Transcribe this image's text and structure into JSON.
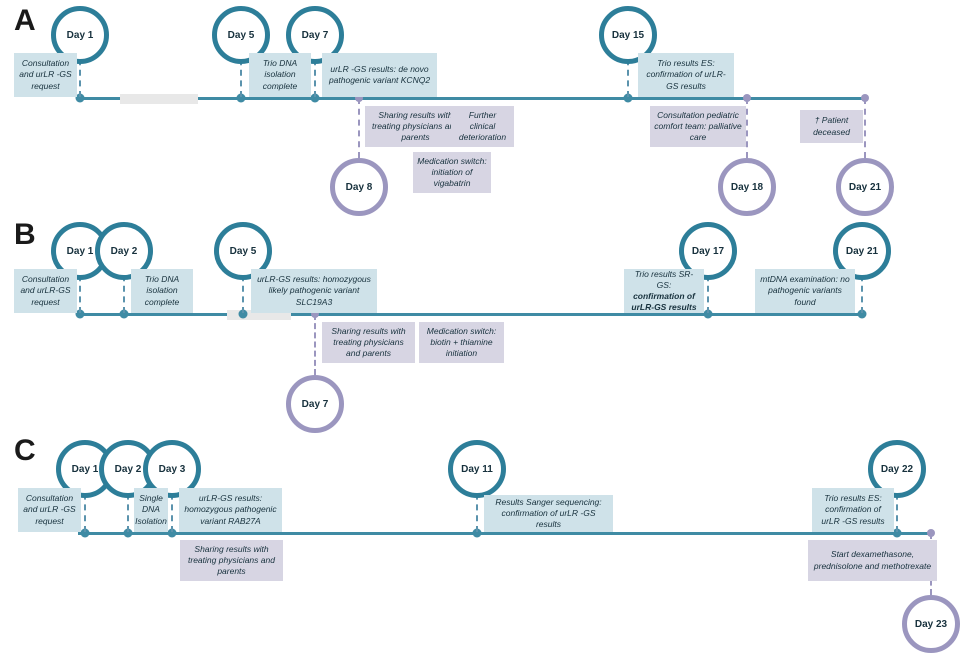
{
  "figure": {
    "type": "clinical-timeline",
    "panels": [
      {
        "letter": "A",
        "milestones": [
          {
            "label": "Day 1",
            "color": "teal"
          },
          {
            "label": "Day 5",
            "color": "teal"
          },
          {
            "label": "Day 7",
            "color": "teal"
          },
          {
            "label": "Day 15",
            "color": "teal"
          },
          {
            "label": "Day 8",
            "color": "lilac"
          },
          {
            "label": "Day 18",
            "color": "lilac"
          },
          {
            "label": "Day 21",
            "color": "lilac"
          }
        ],
        "events_above": [
          {
            "text": "Consultation and urLR -GS request",
            "day": "Day 1"
          },
          {
            "text": "Trio DNA isolation complete",
            "day": "Day 5"
          },
          {
            "text": "urLR -GS results: de novo pathogenic variant KCNQ2",
            "day": "Day 7"
          },
          {
            "text": "Trio results ES: confirmation of urLR-GS results",
            "day": "Day 15"
          }
        ],
        "events_below": [
          {
            "text": "Sharing results with treating physicians and parents",
            "day": "Day 8"
          },
          {
            "text": "Further clinical deterioration",
            "day": "Day 8"
          },
          {
            "text": "Medication switch: initiation of vigabatrin",
            "day": "Day 8"
          },
          {
            "text": "Consultation pediatric comfort team: palliative care",
            "day": "Day 18"
          },
          {
            "text": "† Patient deceased",
            "day": "Day 21"
          }
        ]
      },
      {
        "letter": "B",
        "milestones": [
          {
            "label": "Day 1",
            "color": "teal"
          },
          {
            "label": "Day 2",
            "color": "teal"
          },
          {
            "label": "Day 5",
            "color": "teal"
          },
          {
            "label": "Day 17",
            "color": "teal"
          },
          {
            "label": "Day 21",
            "color": "teal"
          },
          {
            "label": "Day 7",
            "color": "lilac"
          }
        ],
        "events_above": [
          {
            "text": "Consultation and urLR-GS request",
            "day": "Day 1"
          },
          {
            "text": "Trio DNA isolation complete",
            "day": "Day 2"
          },
          {
            "text": "urLR-GS results: homozygous likely pathogenic variant SLC19A3",
            "day": "Day 5"
          },
          {
            "text": "Trio results SR-GS: confirmation of urLR-GS results",
            "day": "Day 17",
            "bold_tail": "confirmation of urLR-GS results"
          },
          {
            "text": "mtDNA examination: no pathogenic variants found",
            "day": "Day 21"
          }
        ],
        "events_below": [
          {
            "text": "Sharing results with treating physicians and parents",
            "day": "Day 7"
          },
          {
            "text": "Medication switch: biotin + thiamine initiation",
            "day": "Day 7"
          }
        ]
      },
      {
        "letter": "C",
        "milestones": [
          {
            "label": "Day 1",
            "color": "teal"
          },
          {
            "label": "Day 2",
            "color": "teal"
          },
          {
            "label": "Day 3",
            "color": "teal"
          },
          {
            "label": "Day 11",
            "color": "teal"
          },
          {
            "label": "Day 22",
            "color": "teal"
          },
          {
            "label": "Day 23",
            "color": "lilac"
          }
        ],
        "events_above": [
          {
            "text": "Consultation and urLR -GS request",
            "day": "Day 1"
          },
          {
            "text": "Single DNA Isolation",
            "day": "Day 2"
          },
          {
            "text": "urLR-GS results: homozygous pathogenic variant RAB27A",
            "day": "Day 3"
          },
          {
            "text": "Results Sanger sequencing: confirmation of urLR -GS results",
            "day": "Day 11"
          },
          {
            "text": "Trio results ES: confirmation of urLR -GS results",
            "day": "Day 22"
          }
        ],
        "events_below": [
          {
            "text": "Sharing results with treating physicians and parents",
            "day": "Day 3"
          },
          {
            "text": "Start dexamethasone, prednisolone and methotrexate",
            "day": "Day 22"
          }
        ]
      }
    ]
  },
  "colors": {
    "teal_ring": "#2d7e99",
    "lilac_ring": "#9b96bf",
    "axis": "#3f8ba4",
    "box_blue": "#cfe2e9",
    "box_lilac": "#d7d5e3",
    "text": "#17313d",
    "highlight_grey": "#e8e8e8"
  }
}
